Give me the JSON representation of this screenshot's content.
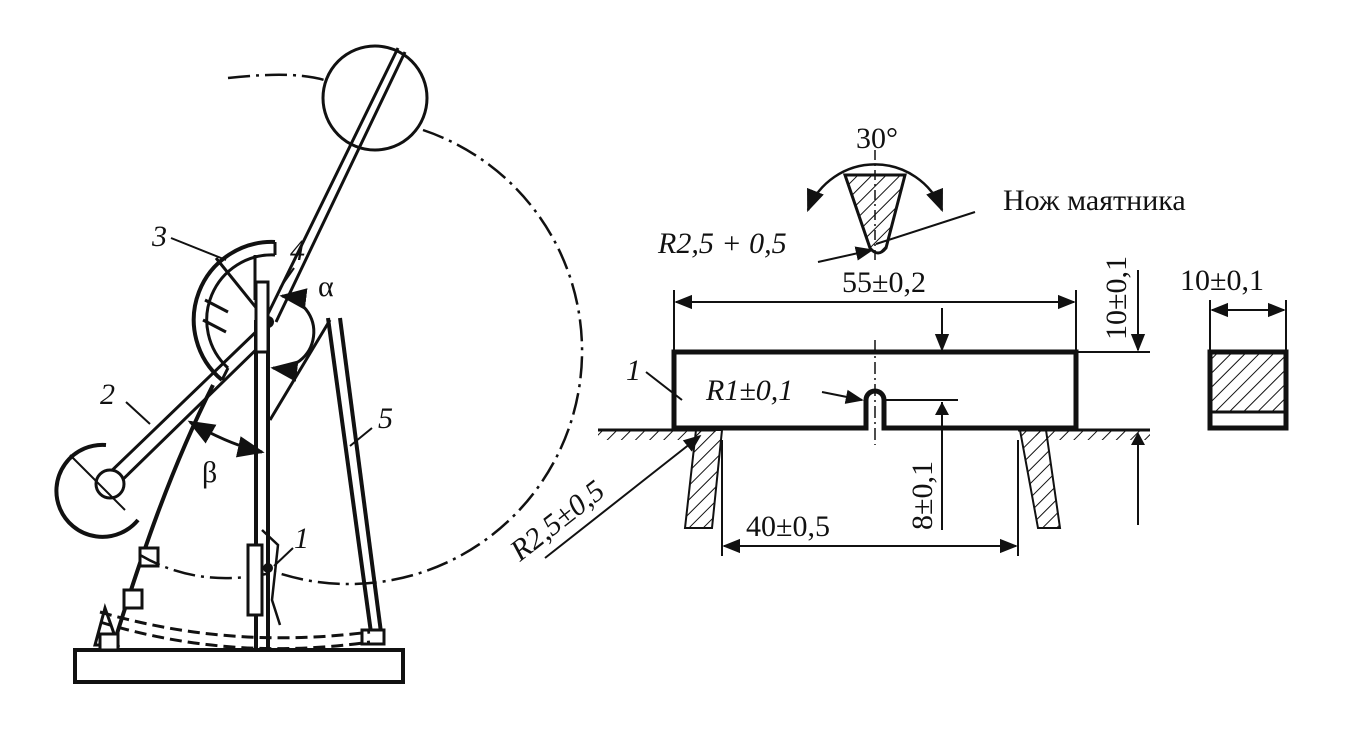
{
  "pendulum": {
    "labels": {
      "part1": "1",
      "part2": "2",
      "part3": "3",
      "part4": "4",
      "part5": "5",
      "alpha": "α",
      "beta": "β"
    }
  },
  "knife": {
    "title": "Нож маятника",
    "angle": "30°",
    "radius": "R2,5 + 0,5"
  },
  "specimen": {
    "part_label": "1",
    "length": "55±0,2",
    "height": "10±0,1",
    "notch_radius": "R1±0,1",
    "remaining_height": "8±0,1",
    "span": "40±0,5",
    "support_radius": "R2,5±0,5",
    "width": "10±0,1"
  }
}
